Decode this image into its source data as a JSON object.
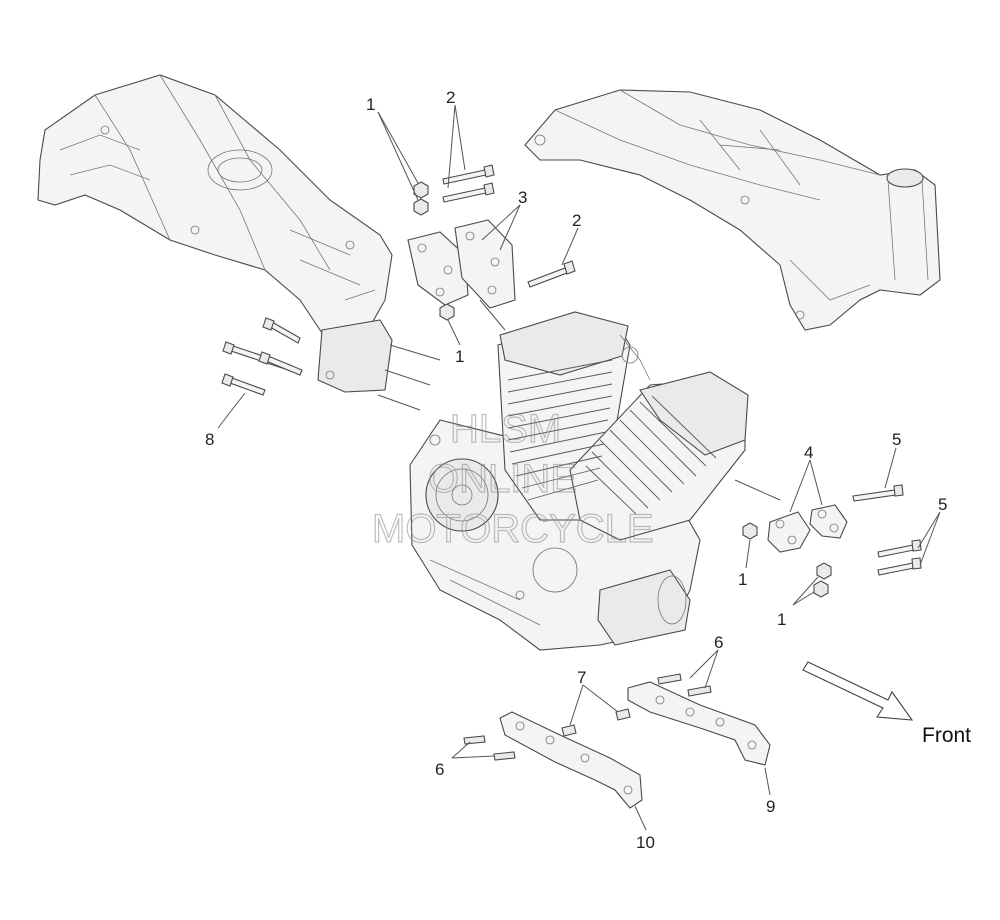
{
  "callouts": {
    "c1_top": "1",
    "c2_top": "2",
    "c3": "3",
    "c2_mid": "2",
    "c1_mid": "1",
    "c8": "8",
    "c4": "4",
    "c5_top": "5",
    "c5_right": "5",
    "c1_lower": "1",
    "c1_bottom": "1",
    "c6_right": "6",
    "c7": "7",
    "c6_left": "6",
    "c9": "9",
    "c10": "10"
  },
  "direction": {
    "label": "Front"
  },
  "watermark": {
    "line1": "HLSM",
    "line2": "ONLINE",
    "line3": "MOTORCYCLE"
  },
  "colors": {
    "line": "#4a4a4a",
    "fill": "#f4f4f4",
    "text": "#222222"
  }
}
